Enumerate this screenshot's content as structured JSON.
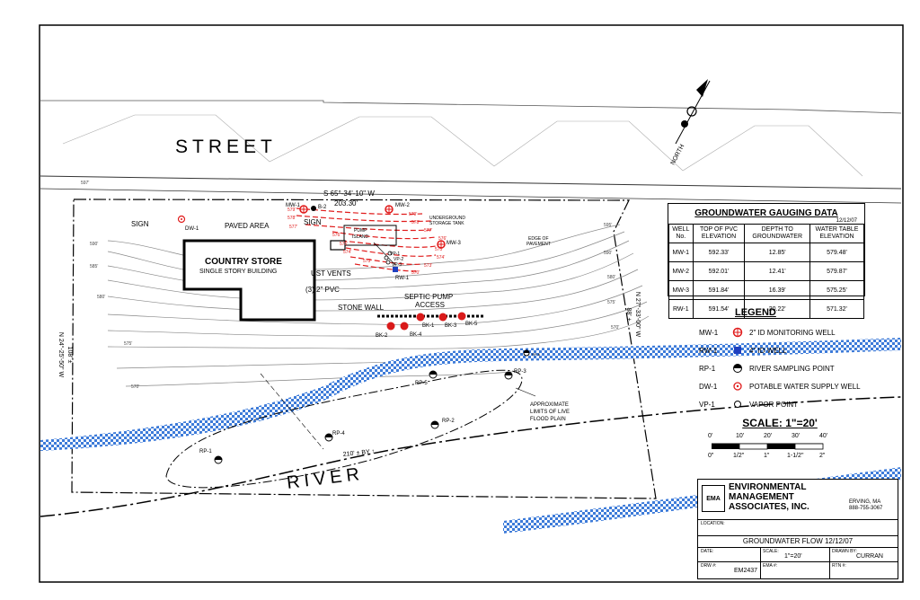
{
  "map": {
    "street_label": "STREET",
    "river_label": "RIVER",
    "north_label": "NORTH",
    "bearing_top": "S 65°-34'-10\" W",
    "distance_top": "203.30'",
    "bearing_left": "N 24°-25'-50\" W",
    "distance_left": "108' ±",
    "bearing_right": "N 27°-33'-00\" W",
    "distance_right": "88' ±",
    "distance_bottom": "210' ± BY ↑",
    "store_title": "COUNTRY STORE",
    "store_subtitle": "SINGLE STORY BUILDING",
    "labels": {
      "sign1": "SIGN",
      "sign2": "SIGN",
      "paved": "PAVED AREA",
      "pump_island_1": "PUMP",
      "pump_island_2": "ISLAND",
      "ust_1": "UNDERGROUND",
      "ust_2": "STORAGE TANK",
      "edge_1": "EDGE OF",
      "edge_2": "PAVEMENT",
      "ust_vents": "UST VENTS",
      "pvc": "(3) 2\" PVC",
      "septic_1": "SEPTIC PUMP",
      "septic_2": "ACCESS",
      "stone_wall": "STONE WALL",
      "flood_1": "APPROXIMATE",
      "flood_2": "LIMITS OF LIVE",
      "flood_3": "FLOOD PLAIN"
    },
    "contours": {
      "c597": "597'",
      "c590": "590'",
      "c585": "585'",
      "c580": "580'",
      "c575": "575'",
      "c570": "570'",
      "r595": "595'",
      "r590": "590'",
      "r580": "580'",
      "r575": "575'",
      "r570": "570'",
      "u579a": "579'",
      "u578a": "578'",
      "u577a": "577'",
      "u579b": "579'",
      "u578b": "578'",
      "u577b": "577'",
      "u576": "576'",
      "u575": "575'",
      "u574": "574'",
      "u573": "573'",
      "u576r": "576'",
      "u575r": "575'",
      "u574r": "574'",
      "u573r": "573'",
      "u570": "570'"
    },
    "points": {
      "mw1": "MW-1",
      "mw2": "MW-2",
      "mw3": "MW-3",
      "rw1": "RW-1",
      "dw1": "DW-1",
      "b2": "B-2",
      "vp1": "VP-1",
      "vp2": "VP-2",
      "vp3": "VP-3",
      "bk1": "BK-1",
      "bk2": "BK-2",
      "bk3": "BK-3",
      "bk4": "BK-4",
      "bk5": "BK-5",
      "rp1": "RP-1",
      "rp2": "RP-2",
      "rp3": "RP-3",
      "rp4": "RP-4",
      "rp5": "RP-5",
      "rp6": "RP-6"
    }
  },
  "gauging": {
    "title": "GROUNDWATER GAUGING DATA",
    "date": "12/12/07",
    "headers": [
      "WELL No.",
      "TOP OF PVC ELEVATION",
      "DEPTH TO GROUNDWATER",
      "WATER TABLE ELEVATION"
    ],
    "rows": [
      [
        "MW-1",
        "592.33'",
        "12.85'",
        "579.48'"
      ],
      [
        "MW-2",
        "592.01'",
        "12.41'",
        "579.87'"
      ],
      [
        "MW-3",
        "591.84'",
        "16.39'",
        "575.25'"
      ],
      [
        "RW-1",
        "591.54'",
        "20.22'",
        "571.32'"
      ]
    ]
  },
  "legend": {
    "title": "LEGEND",
    "items": [
      {
        "id": "MW-1",
        "text": "2\" ID MONITORING WELL",
        "symbol": "monitoring-well-icon"
      },
      {
        "id": "RW-1",
        "text": "4\" ID WELL",
        "symbol": "recovery-well-icon"
      },
      {
        "id": "RP-1",
        "text": "RIVER SAMPLING POINT",
        "symbol": "river-sampling-icon"
      },
      {
        "id": "DW-1",
        "text": "POTABLE WATER SUPPLY WELL",
        "symbol": "potable-well-icon"
      },
      {
        "id": "VP-1",
        "text": "VAPOR POINT",
        "symbol": "vapor-point-icon"
      }
    ]
  },
  "scale": {
    "title": "SCALE: 1\"=20'",
    "top_ticks": [
      "0'",
      "10'",
      "20'",
      "30'",
      "40'"
    ],
    "bottom_ticks": [
      "0\"",
      "1/2\"",
      "1\"",
      "1-1/2\"",
      "2\""
    ]
  },
  "titleblock": {
    "logo_text": "EMA",
    "company_1": "ENVIRONMENTAL",
    "company_2": "MANAGEMENT",
    "company_3": "ASSOCIATES, INC.",
    "city": "ERVING, MA",
    "phone": "888-755-3067",
    "location_label": "LOCATION:",
    "drawing_title": "GROUNDWATER FLOW 12/12/07",
    "date_label": "DATE:",
    "scale_label": "SCALE:",
    "scale_value": "1\"=20'",
    "drawn_label": "DRAWN BY:",
    "drawn_value": "CURRAN",
    "drw_label": "DRW #:",
    "drw_value": "EM2437",
    "ema_label": "EMA #:",
    "rtn_label": "RTN #:"
  },
  "colors": {
    "water": "#3d7bd9",
    "contaminant_contour": "#e01b1b",
    "boring": "#d91a1a",
    "recovery_well": "#1f3fbf"
  }
}
